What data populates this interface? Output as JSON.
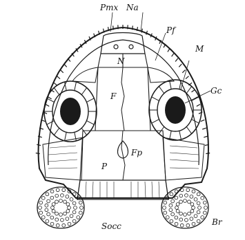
{
  "labels": {
    "pmx": "Pmx",
    "na": "Na",
    "pf": "Pf",
    "m": "M",
    "n": "N",
    "gc": "Gc",
    "f": "F",
    "fp": "Fp",
    "p": "P",
    "socc": "Socc",
    "br": "Br"
  },
  "colors": {
    "ink": "#1a1a1a",
    "paper": "#ffffff"
  }
}
